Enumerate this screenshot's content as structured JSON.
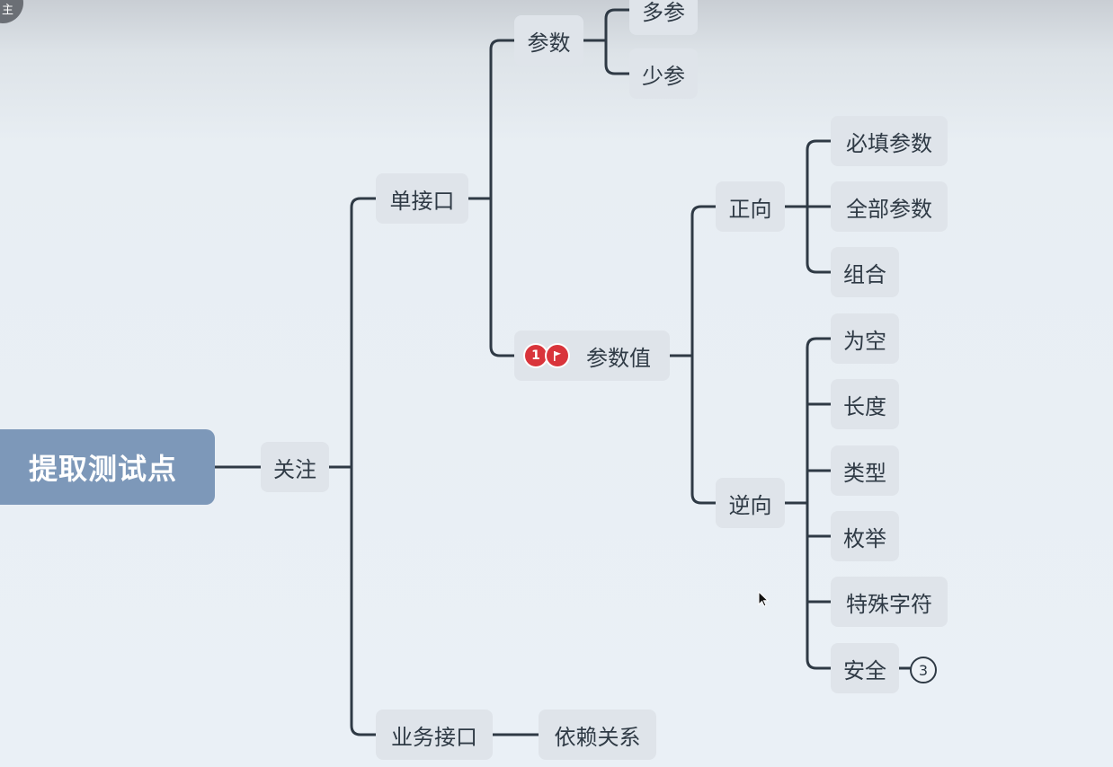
{
  "corner_tab": "主",
  "root": "提取测试点",
  "nodes": {
    "focus": "关注",
    "single_api": "单接口",
    "params": "参数",
    "more_params": "多参",
    "fewer_params": "少参",
    "param_values": "参数值",
    "positive": "正向",
    "required_params": "必填参数",
    "all_params": "全部参数",
    "combination": "组合",
    "negative": "逆向",
    "empty": "为空",
    "length": "长度",
    "type": "类型",
    "enum": "枚举",
    "special_chars": "特殊字符",
    "security": "安全",
    "business_api": "业务接口",
    "dependency": "依赖关系"
  },
  "markers": {
    "priority": "1",
    "flag_icon": "flag-icon"
  },
  "security_collapsed_count": "3",
  "colors": {
    "root": "#7d98b9",
    "node": "#dfe4ea",
    "line": "#2f3a45",
    "badge": "#d9343b"
  }
}
